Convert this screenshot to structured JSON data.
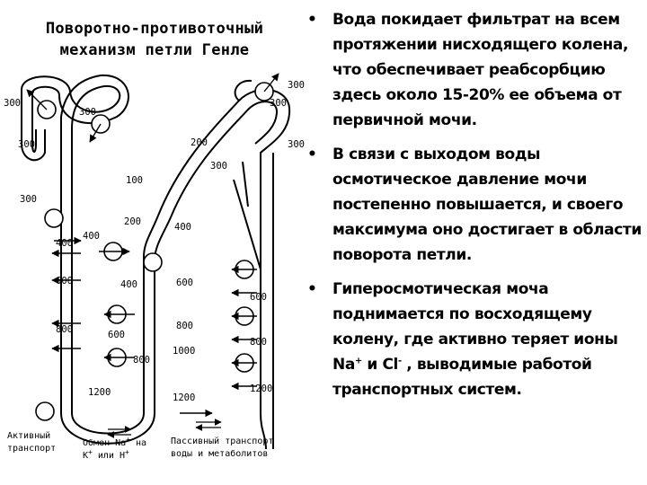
{
  "title": "Поворотно-противоточный механизм петли Генле",
  "diagram": {
    "labels": [
      "300",
      "300",
      "300",
      "300",
      "300",
      "300",
      "300",
      "200",
      "300",
      "100",
      "200",
      "400",
      "400",
      "400",
      "400",
      "600",
      "600",
      "600",
      "600",
      "800",
      "800",
      "800",
      "800",
      "1000",
      "1200",
      "1200"
    ],
    "legend": {
      "active_line1": "Активный",
      "active_line2": "транспорт",
      "exchange_line1_a": "Обмен Na",
      "exchange_line1_sup": "+",
      "exchange_line1_b": " на",
      "exchange_line2_a": "K",
      "exchange_line2_sup": "+",
      "exchange_line2_b": " или H",
      "exchange_line2_sup2": "+",
      "passive_line1": "Пассивный транспорт",
      "passive_line2": "воды и метаболитов"
    }
  },
  "bullets": [
    {
      "marker": "•",
      "parts": [
        "Вода покидает фильтрат на всем протяжении нисходящего колена, что обеспечивает реабсорбцию здесь около 15-20% ее объема от первичной мочи."
      ]
    },
    {
      "marker": "•",
      "parts": [
        "В связи с выходом воды осмотическое давление мочи постепенно повышается, и своего максимума оно достигает в области поворота петли."
      ]
    },
    {
      "marker": "•",
      "parts": [
        "Гиперосмотическая моча поднимается по восходящему колену, где активно теряет ионы Na",
        "+",
        " и Cl",
        "-",
        " , выводимые работой транспортных систем."
      ]
    }
  ]
}
